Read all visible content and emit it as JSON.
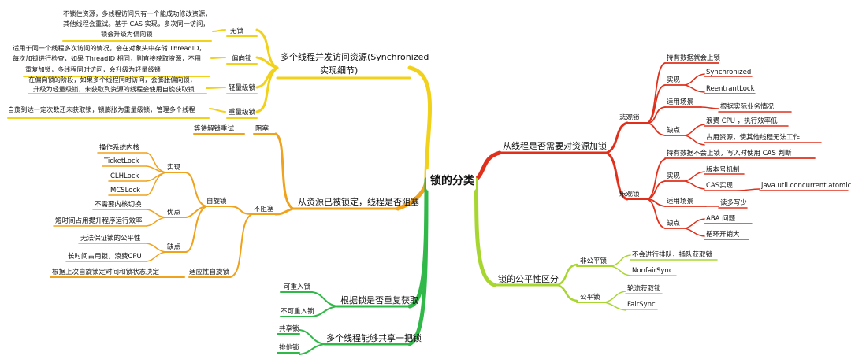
{
  "root": {
    "label": "锁的分类"
  },
  "colors": {
    "yellow": "#f2d11a",
    "orange": "#f0a21c",
    "green": "#30b848",
    "lime": "#a8d630",
    "red": "#e0301c",
    "background": "#ffffff",
    "text": "#111111"
  },
  "branches": {
    "concurrent": {
      "title_line1": "多个线程并发访问资源(Synchronized",
      "title_line2": "实现细节)",
      "no_lock": {
        "label": "无锁",
        "desc": [
          "不锁住资源，多线程访问只有一个能成功修改资源，",
          "其他线程会重试。基于 CAS 实现，多次同一访问，",
          "锁会升级为偏向锁"
        ]
      },
      "biased": {
        "label": "偏向锁",
        "desc": [
          "适用于同一个线程多次访问的情况，会在对象头中存储 ThreadID，",
          "每次加锁进行检查，如果 ThreadID 相同，则直接获取资源，不用",
          "重复加锁，多线程同时访问，会升级为轻量级锁"
        ]
      },
      "lightweight": {
        "label": "轻量级锁",
        "desc": [
          "在偏向锁的阶段，如果多个线程同时访问，会膨胀偏向锁，",
          "升级为轻量级锁，未获取到资源的线程会使用自旋获取锁"
        ]
      },
      "heavyweight": {
        "label": "重量级锁",
        "desc": [
          "自旋到达一定次数还未获取锁，锁膨胀为重量级锁，管理多个线程"
        ]
      }
    },
    "blocking": {
      "title": "从资源已被锁定，线程是否阻塞",
      "blocked": {
        "label": "阻塞",
        "child": "等待解锁重试"
      },
      "non_blocked": {
        "label": "不阻塞",
        "spin": {
          "label": "自旋锁",
          "impl": {
            "label": "实现",
            "items": [
              "操作系统内核",
              "TicketLock",
              "CLHLock",
              "MCSLock"
            ]
          },
          "pros": {
            "label": "优点",
            "items": [
              "不需要内核切换",
              "短时间占用提升程序运行效率"
            ]
          },
          "cons": {
            "label": "缺点",
            "items": [
              "无法保证锁的公平性",
              "长时间占用锁，浪费CPU"
            ]
          }
        },
        "adaptive": {
          "label": "适应性自旋锁",
          "child": "根据上次自旋锁定时间和锁状态决定"
        }
      }
    },
    "reentrant": {
      "title": "根据锁是否重复获取",
      "items": [
        "可重入锁",
        "不可重入锁"
      ]
    },
    "shared": {
      "title": "多个线程能够共享一把锁",
      "items": [
        "共享锁",
        "排他锁"
      ]
    },
    "sync": {
      "title": "从线程是否需要对资源加锁",
      "pessimistic": {
        "label": "悲观锁",
        "hold": "持有数据就会上锁",
        "impl": {
          "label": "实现",
          "items": [
            "Synchronized",
            "ReentrantLock"
          ]
        },
        "scene": {
          "label": "适用场景",
          "value": "根据实际业务情况"
        },
        "cons": {
          "label": "缺点",
          "items": [
            "浪费 CPU ，执行效率低",
            "占用资源，使其他线程无法工作"
          ]
        }
      },
      "optimistic": {
        "label": "乐观锁",
        "hold": "持有数据不会上锁，写入时使用 CAS 判断",
        "impl": {
          "label": "实现",
          "items": [
            "版本号机制",
            "CAS实现"
          ],
          "cas_child": "java.util.concurrent.atomic"
        },
        "scene": {
          "label": "适用场景",
          "value": "读多写少"
        },
        "cons": {
          "label": "缺点",
          "items": [
            "ABA 问题",
            "循环开销大"
          ]
        }
      }
    },
    "fairness": {
      "title": "锁的公平性区分",
      "unfair": {
        "label": "非公平锁",
        "items": [
          "不会进行排队，插队获取锁",
          "NonfairSync"
        ]
      },
      "fair": {
        "label": "公平锁",
        "items": [
          "轮流获取锁",
          "FairSync"
        ]
      }
    }
  }
}
